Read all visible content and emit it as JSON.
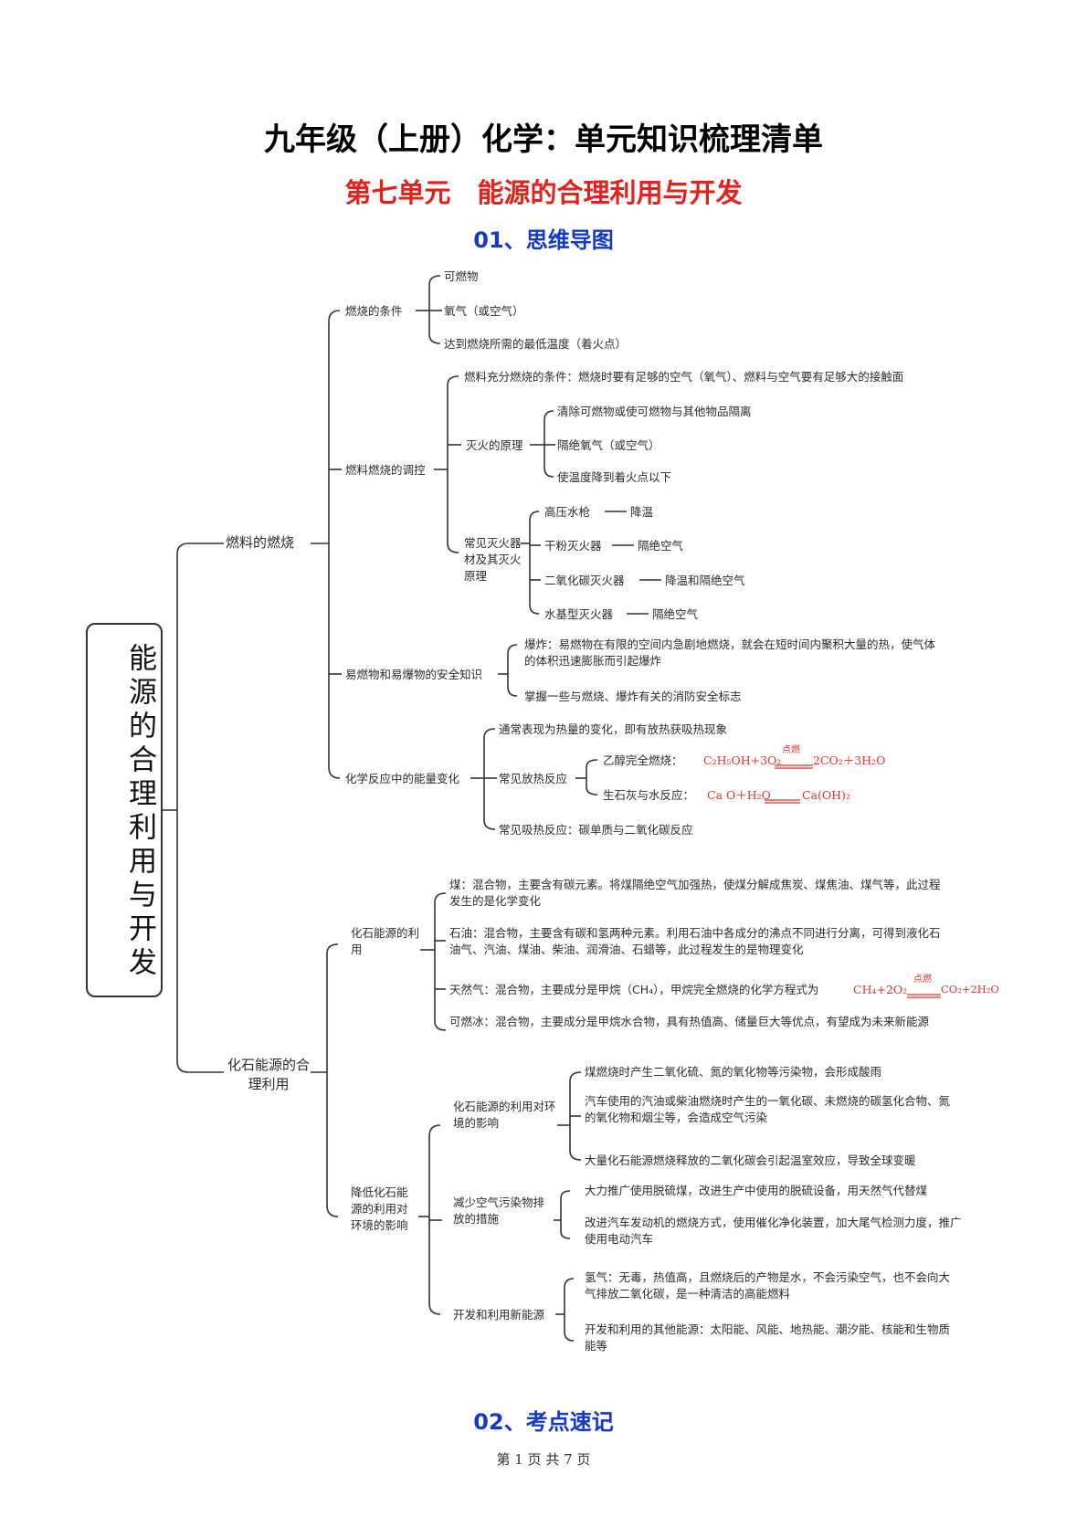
{
  "header": {
    "main_title": "九年级（上册）化学：单元知识梳理清单",
    "unit_title": "第七单元　能源的合理利用与开发",
    "section1_title": "01、思维导图",
    "section2_title": "02、考点速记",
    "footer": "第 1 页 共 7 页"
  },
  "mindmap": {
    "root": "能源的合理利用与开发",
    "b1": {
      "label": "燃料的燃烧",
      "cond": {
        "label": "燃烧的条件",
        "items": [
          "可燃物",
          "氧气（或空气）",
          "达到燃烧所需的最低温度（着火点）"
        ]
      },
      "ctrl": {
        "label": "燃料燃烧的调控",
        "full": "燃料充分燃烧的条件：燃烧时要有足够的空气（氧气）、燃料与空气要有足够大的接触面",
        "ext": {
          "label": "灭火的原理",
          "items": [
            "清除可燃物或使可燃物与其他物品隔离",
            "隔绝氧气（或空气）",
            "使温度降到着火点以下"
          ]
        },
        "tools": {
          "label": "常见灭火器材及其灭火原理",
          "items": [
            {
              "name": "高压水枪",
              "principle": "降温"
            },
            {
              "name": "干粉灭火器",
              "principle": "隔绝空气"
            },
            {
              "name": "二氧化碳灭火器",
              "principle": "降温和隔绝空气"
            },
            {
              "name": "水基型灭火器",
              "principle": "隔绝空气"
            }
          ]
        }
      },
      "safety": {
        "label": "易燃物和易爆物的安全知识",
        "items": [
          "爆炸：易燃物在有限的空间内急剧地燃烧，就会在短时间内聚积大量的热，使气体的体积迅速膨胀而引起爆炸",
          "掌握一些与燃烧、爆炸有关的消防安全标志"
        ]
      },
      "energy": {
        "label": "化学反应中的能量变化",
        "general": "通常表现为热量的变化，即有放热获吸热现象",
        "exo": {
          "label": "常见放热反应",
          "items": [
            {
              "label": "乙醇完全燃烧：",
              "eq_left": "C₂H₅OH+3O₂",
              "cond": "点燃",
              "eq_right": "2CO₂＋3H₂O"
            },
            {
              "label": "生石灰与水反应：",
              "eq_left": "Ca O＋H₂O",
              "cond": "",
              "eq_right": "Ca(OH)₂"
            }
          ]
        },
        "endo": "常见吸热反应：碳单质与二氧化碳反应"
      }
    },
    "b2": {
      "label": "化石能源的合理利用",
      "use": {
        "label": "化石能源的利用",
        "items": [
          "煤：混合物，主要含有碳元素。将煤隔绝空气加强热，使煤分解成焦炭、煤焦油、煤气等，此过程发生的是化学变化",
          "石油：混合物，主要含有碳和氢两种元素。利用石油中各成分的沸点不同进行分离，可得到液化石油气、汽油、煤油、柴油、润滑油、石蜡等，此过程发生的是物理变化",
          "天然气：混合物，主要成分是甲烷（CH₄），甲烷完全燃烧的化学方程式为",
          "可燃冰：混合物，主要成分是甲烷水合物，具有热值高、储量巨大等优点，有望成为未来新能源"
        ],
        "ch4_eq_left": "CH₄+2O₂",
        "ch4_cond": "点燃",
        "ch4_eq_right": "CO₂+2H₂O"
      },
      "reduce": {
        "label": "降低化石能源的利用对环境的影响",
        "impact": {
          "label": "化石能源的利用对环境的影响",
          "items": [
            "煤燃烧时产生二氧化硫、氮的氧化物等污染物，会形成酸雨",
            "汽车使用的汽油或柴油燃烧时产生的一氧化碳、未燃烧的碳氢化合物、氮的氧化物和烟尘等，会造成空气污染",
            "大量化石能源燃烧释放的二氧化碳会引起温室效应，导致全球变暖"
          ]
        },
        "measures": {
          "label": "减少空气污染物排放的措施",
          "items": [
            "大力推广使用脱硫煤，改进生产中使用的脱硫设备，用天然气代替煤",
            "改进汽车发动机的燃烧方式，使用催化净化装置，加大尾气检测力度，推广使用电动汽车"
          ]
        },
        "newenergy": {
          "label": "开发和利用新能源",
          "items": [
            "氢气：无毒，热值高，且燃烧后的产物是水，不会污染空气，也不会向大气排放二氧化碳，是一种清洁的高能燃料",
            "开发和利用的其他能源：太阳能、风能、地热能、潮汐能、核能和生物质能等"
          ]
        }
      }
    }
  }
}
